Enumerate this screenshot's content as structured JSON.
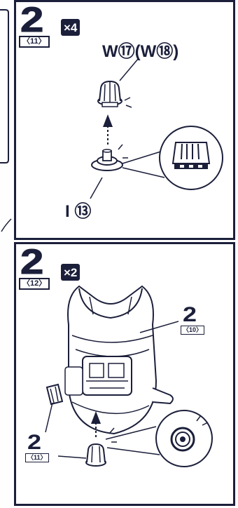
{
  "panel_1": {
    "step_number": "2",
    "step_sub": "〈11〉",
    "quantity": "×4",
    "part_label_top": "W⑰(W⑱)",
    "part_label_bottom": "I ⑬"
  },
  "panel_2": {
    "step_number": "2",
    "step_sub": "〈12〉",
    "quantity": "×2",
    "ref_right_num": "2",
    "ref_right_sub": "〈10〉",
    "ref_left_num": "2",
    "ref_left_sub": "〈11〉"
  }
}
